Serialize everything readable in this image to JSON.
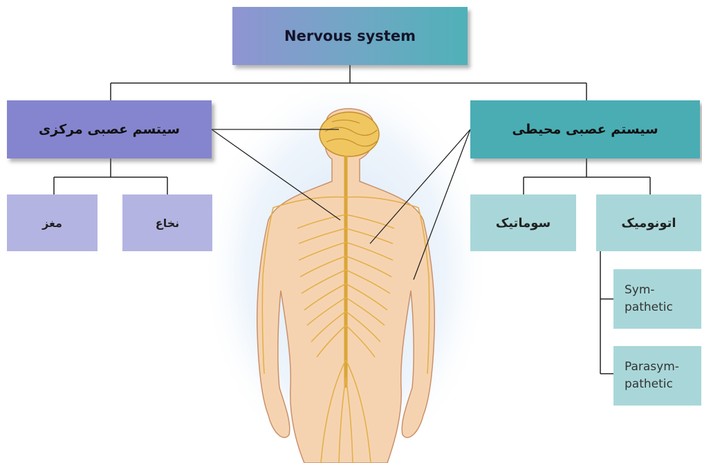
{
  "root": {
    "label": "Nervous system"
  },
  "cns": {
    "label": "سیتسم عصبی مرکزی",
    "children": [
      "مغز",
      "نخاع"
    ]
  },
  "pns": {
    "label": "سیستم عصبی محیطی",
    "children": [
      "سوماتیک",
      "اتونومیک"
    ]
  },
  "autonomic": {
    "sympathetic": [
      "Sym-",
      "pathetic"
    ],
    "parasympathetic": [
      "Parasym-",
      "pathetic"
    ]
  },
  "colors": {
    "cns": "#8585cf",
    "cns_leaf": "#b4b4e2",
    "pns": "#4aadb4",
    "pns_leaf": "#a9d7d9",
    "skin": "#f6d3b0",
    "nerve": "#e7b748"
  }
}
